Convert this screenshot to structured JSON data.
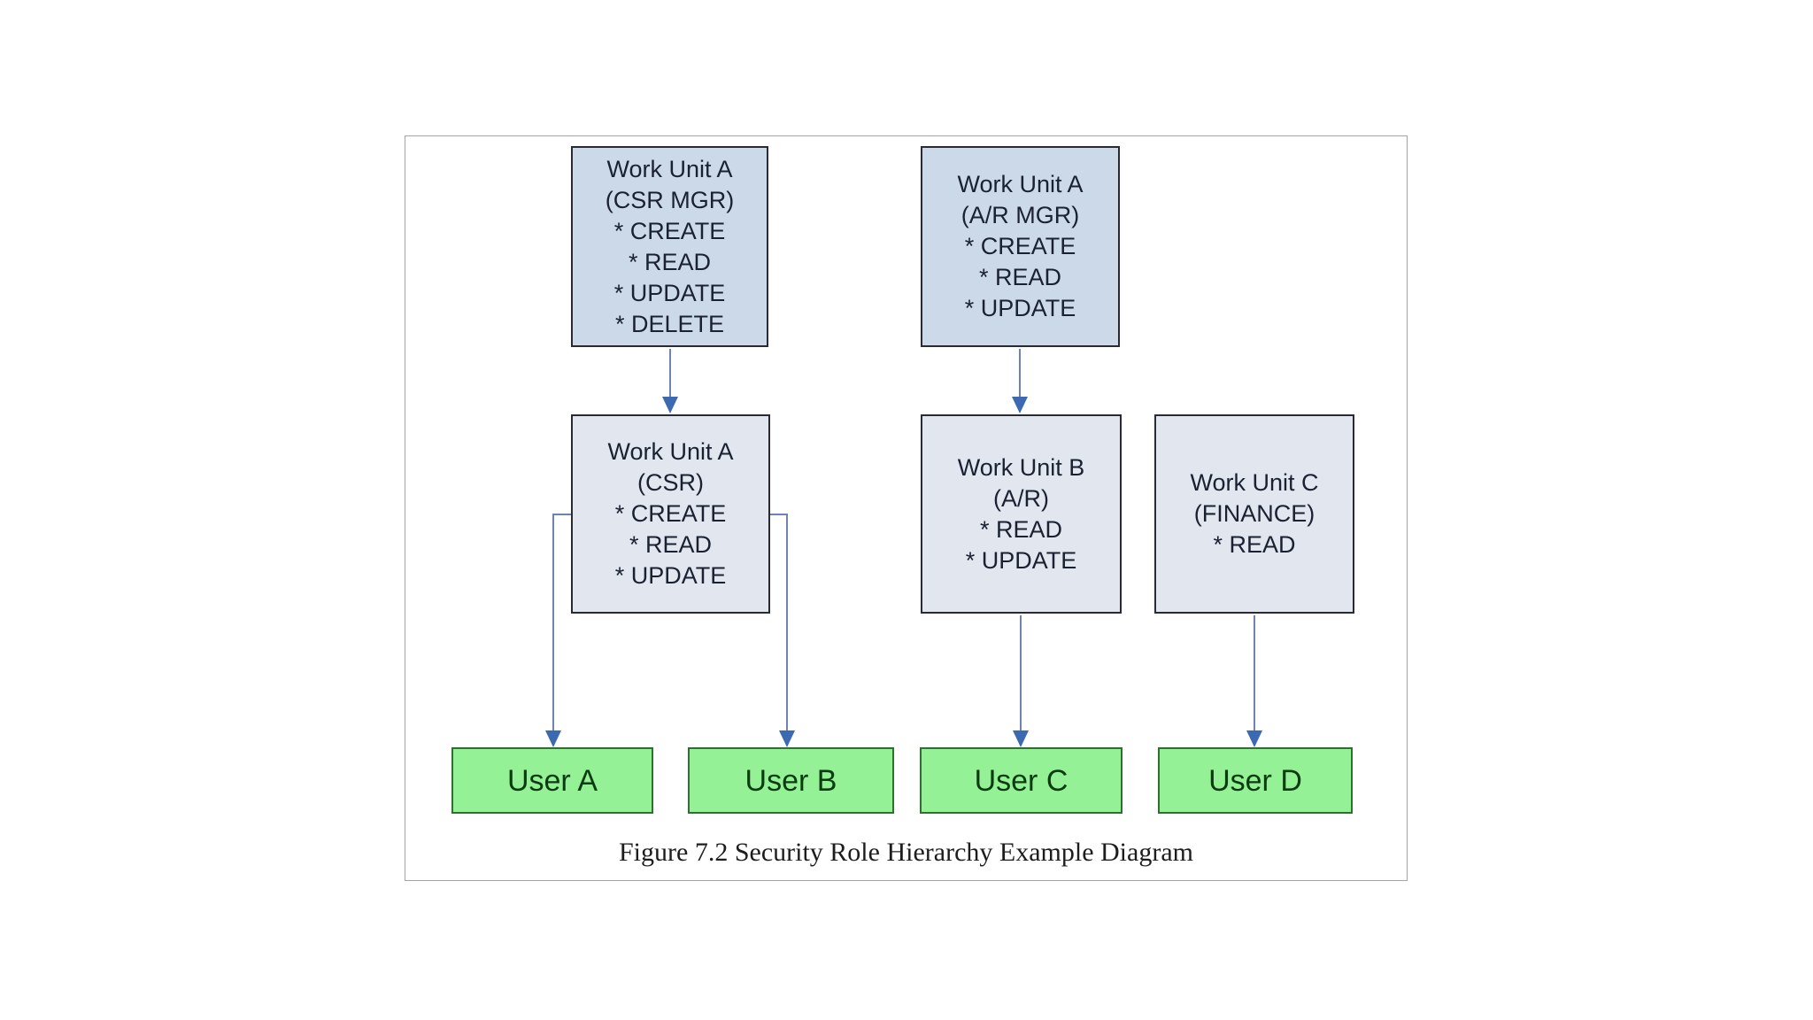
{
  "caption": "Figure 7.2 Security Role Hierarchy Example Diagram",
  "nodes": {
    "csr_mgr": {
      "lines": [
        "Work Unit A",
        "(CSR MGR)",
        "* CREATE",
        "* READ",
        "* UPDATE",
        "* DELETE"
      ]
    },
    "ar_mgr": {
      "lines": [
        "Work Unit A",
        "(A/R MGR)",
        "* CREATE",
        "* READ",
        "* UPDATE"
      ]
    },
    "csr": {
      "lines": [
        "Work Unit A",
        "(CSR)",
        "* CREATE",
        "* READ",
        "* UPDATE"
      ]
    },
    "ar": {
      "lines": [
        "Work Unit B",
        "(A/R)",
        "* READ",
        "* UPDATE"
      ]
    },
    "finance": {
      "lines": [
        "Work Unit C",
        "(FINANCE)",
        "* READ"
      ]
    },
    "user_a": {
      "label": "User A"
    },
    "user_b": {
      "label": "User B"
    },
    "user_c": {
      "label": "User C"
    },
    "user_d": {
      "label": "User D"
    }
  },
  "edges": [
    {
      "from": "Work Unit A (CSR MGR)",
      "to": "Work Unit A (CSR)"
    },
    {
      "from": "Work Unit A (A/R MGR)",
      "to": "Work Unit B (A/R)"
    },
    {
      "from": "Work Unit A (CSR)",
      "to": "User A"
    },
    {
      "from": "Work Unit A (CSR)",
      "to": "User B"
    },
    {
      "from": "Work Unit B (A/R)",
      "to": "User C"
    },
    {
      "from": "Work Unit C (FINANCE)",
      "to": "User D"
    }
  ],
  "colors": {
    "role_parent_fill": "#ccd9e9",
    "role_child_fill": "#e2e6ef",
    "role_border": "#2a2a33",
    "role_text": "#1a2232",
    "user_fill": "#95f195",
    "user_border": "#2e7030",
    "user_text": "#0b3b10",
    "connector_line": "#6f83b2",
    "connector_arrow": "#3c6ab2",
    "panel_border": "#a3a3a3"
  }
}
